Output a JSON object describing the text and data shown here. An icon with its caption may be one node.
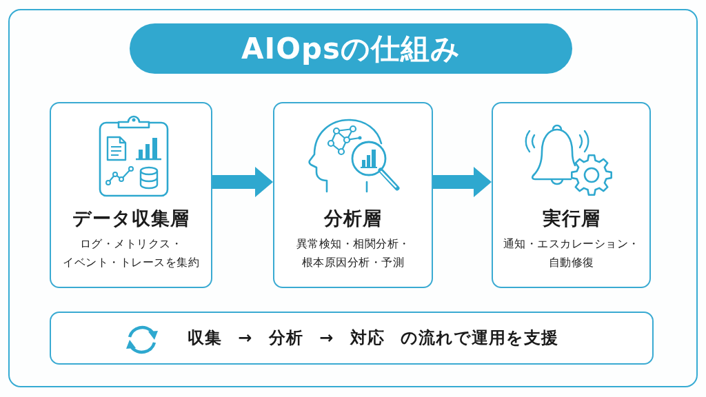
{
  "diagram": {
    "title": "AIOpsの仕組み",
    "nodes": [
      {
        "text": [
          "データ収集層",
          "ログ・メトリクス・イベント・トレースを集約"
        ]
      },
      {
        "text": [
          "分析層",
          "異常検知・相関分析・根本原因分析・予測"
        ]
      },
      {
        "text": [
          "実行層",
          "通知・エスカレーション・自動修復"
        ]
      },
      {
        "text": [
          "収集 → 分析 → 対応 の流れで運用を支援"
        ]
      }
    ],
    "edges": [
      {
        "from": 0,
        "to": 1,
        "arrow": "to"
      },
      {
        "from": 1,
        "to": 2,
        "arrow": "to"
      }
    ]
  }
}
